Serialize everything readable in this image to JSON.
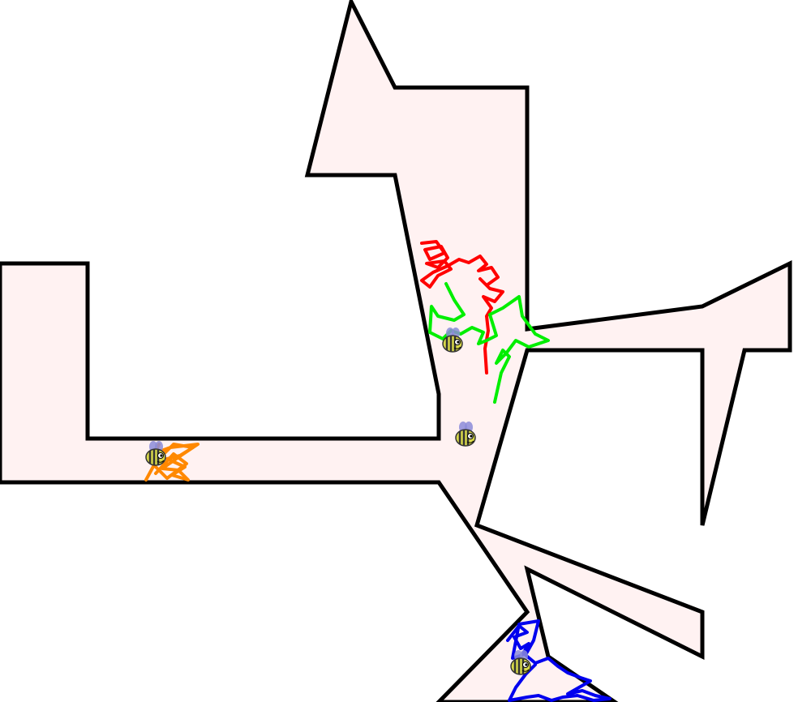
{
  "scene": {
    "background_color": "#ffffff",
    "arena_fill": "#fff2f2",
    "arena_outline": "#000000"
  },
  "agents": [
    {
      "id": "bee-red",
      "trail_color": "#ff0000",
      "icon": "bee-icon"
    },
    {
      "id": "bee-green",
      "trail_color": "#00ee00",
      "icon": "bee-icon"
    },
    {
      "id": "bee-orange",
      "trail_color": "#ff8800",
      "icon": "bee-icon"
    },
    {
      "id": "bee-blue",
      "trail_color": "#0000ee",
      "icon": "bee-icon"
    },
    {
      "id": "bee-idle",
      "trail_color": "none",
      "icon": "bee-icon"
    }
  ]
}
